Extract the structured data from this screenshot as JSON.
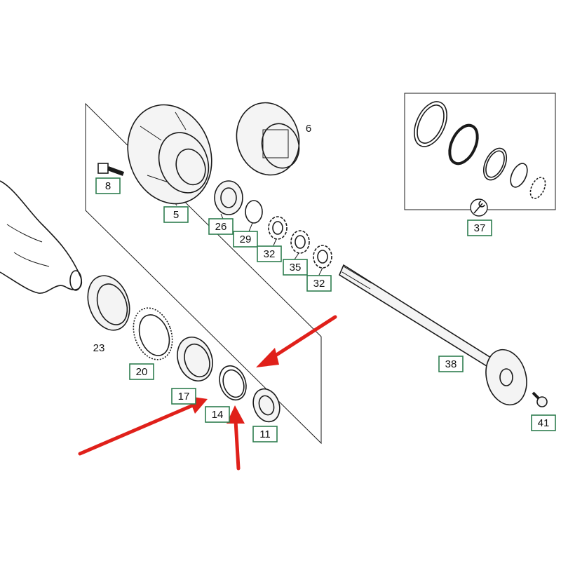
{
  "labels": {
    "p5": "5",
    "p6": "6",
    "p8": "8",
    "p11": "11",
    "p14": "14",
    "p17": "17",
    "p20": "20",
    "p23": "23",
    "p26": "26",
    "p29": "29",
    "p32a": "32",
    "p32b": "32",
    "p35": "35",
    "p37": "37",
    "p38": "38",
    "p41": "41"
  },
  "colors": {
    "label_border": "#2e7d4f",
    "arrow": "#e0201a",
    "line": "#1a1a1a"
  },
  "icons": {
    "kit_icon": "wrench-icon"
  }
}
